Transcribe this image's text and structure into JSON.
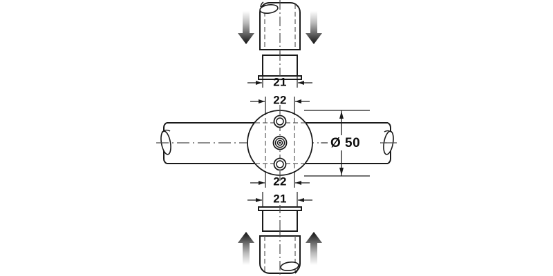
{
  "drawing": {
    "type": "technical-engineering-drawing",
    "subject": "tube cross connector with collars",
    "background_color": "#ffffff",
    "line_color": "#1a1a1a",
    "text_color": "#0d0d0d",
    "dimensions": {
      "top_collar_width": "21",
      "top_hole_offset": "22",
      "bottom_hole_offset": "22",
      "bottom_collar_width": "21",
      "tube_diameter": "Ø 50"
    },
    "labels": {
      "dim_top_21": "21",
      "dim_top_22": "22",
      "dim_bottom_22": "22",
      "dim_bottom_21": "21",
      "dim_diameter": "Ø 50"
    },
    "parts": {
      "horizontal_tube": "horizontal round tube",
      "center_disc": "circular hub flange",
      "top_tube": "upper vertical tube",
      "top_collar": "upper collar sleeve",
      "bottom_tube": "lower vertical tube",
      "bottom_collar": "lower collar sleeve",
      "hole_upper": "upper fastener hole",
      "hole_center": "center fastener hole",
      "hole_lower": "lower fastener hole"
    },
    "arrows": {
      "top_left": "down",
      "top_right": "down",
      "bottom_left": "up",
      "bottom_right": "up"
    }
  }
}
